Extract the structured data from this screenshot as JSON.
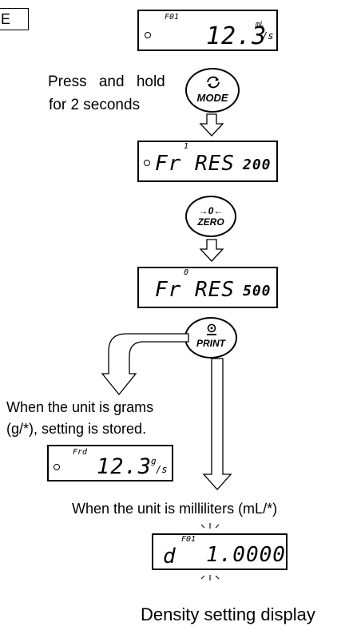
{
  "corner_box": {
    "text": "E"
  },
  "display1": {
    "indicator": "F01",
    "value": "12.3",
    "unit_top": "mL",
    "unit_bottom": "/s"
  },
  "instruction": {
    "line1": "Press and hold",
    "line2": "for 2 seconds"
  },
  "mode_button": {
    "label": "MODE",
    "icon": "rotate-icon"
  },
  "display2": {
    "indicator": "1",
    "main": "Fr RES",
    "value": "200"
  },
  "zero_button": {
    "label": "ZERO",
    "icon": "arrows-zero-icon",
    "symbol": "→0←"
  },
  "display3": {
    "indicator": "0",
    "main": "Fr RES",
    "value": "500"
  },
  "print_button": {
    "label": "PRINT",
    "icon": "print-icon"
  },
  "grams_note": {
    "line1": "When the unit is grams",
    "line2": "(g/*), setting is stored."
  },
  "display4": {
    "indicator": "Frd",
    "value": "12.3",
    "unit_top": "g",
    "unit_bottom": "/s"
  },
  "milliliters_note": {
    "text": "When the unit is milliliters (mL/*)"
  },
  "display5": {
    "indicator": "F01",
    "letter": "d",
    "value": "1.0000"
  },
  "caption": {
    "text": "Density setting display"
  }
}
